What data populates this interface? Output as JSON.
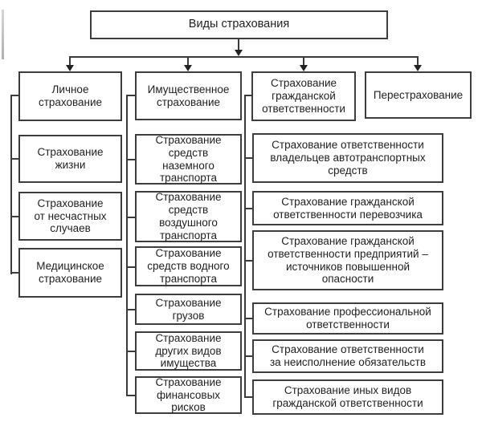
{
  "diagram": {
    "title": "Виды страхования",
    "root": "Виды страхования",
    "columns": [
      {
        "header": "Личное\nстрахование",
        "items": [
          "Страхование\nжизни",
          "Страхование\nот несчастных\nслучаев",
          "Медицинское\nстрахование"
        ]
      },
      {
        "header": "Имущественное\nстрахование",
        "items": [
          "Страхование\nсредств\nназемного\nтранспорта",
          "Страхование\nсредств\nвоздушного\nтранспорта",
          "Страхование\nсредств водного\nтранспорта",
          "Страхование\nгрузов",
          "Страхование\nдругих видов\nимущества",
          "Страхование\nфинансовых\nрисков"
        ]
      },
      {
        "header": "Страхование\nгражданской\nответственности",
        "items": [
          "Страхование ответственности\nвладельцев автотранспортных\nсредств",
          "Страхование гражданской\nответственности перевозчика",
          "Страхование гражданской\nответственности предприятий –\nисточников повышенной\nопасности",
          "Страхование профессиональной\nответственности",
          "Страхование ответственности\nза неисполнение обязательств",
          "Страхование иных видов\nгражданской ответственности"
        ]
      },
      {
        "header": "Перестрахование",
        "items": []
      }
    ],
    "colors": {
      "background": "#ffffff",
      "border": "#3d3d3d",
      "text": "#1f1f1f",
      "connector": "#3b3b3b"
    }
  }
}
